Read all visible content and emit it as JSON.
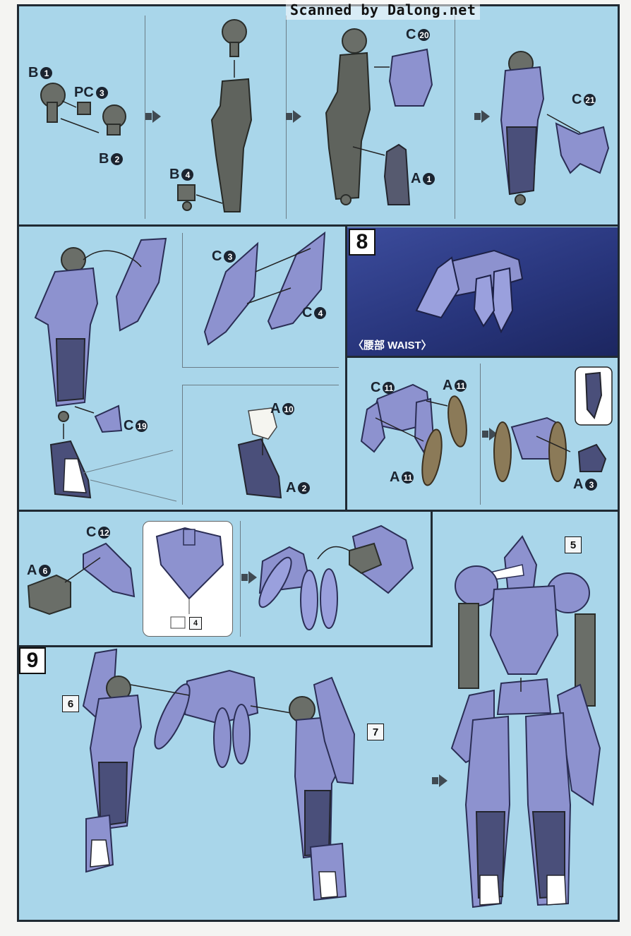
{
  "watermark": "Scanned by Dalong.net",
  "steps": {
    "s5": "5",
    "s6": "6",
    "s7": "7",
    "s8": "8",
    "s9": "9",
    "s4": "4"
  },
  "waist": {
    "title": "〈腰部 WAIST〉"
  },
  "parts": {
    "b1": {
      "letter": "B",
      "num": "1"
    },
    "pc3": {
      "letter": "PC",
      "num": "3"
    },
    "b2": {
      "letter": "B",
      "num": "2"
    },
    "b4": {
      "letter": "B",
      "num": "4"
    },
    "c20": {
      "letter": "C",
      "num": "20"
    },
    "a1": {
      "letter": "A",
      "num": "1"
    },
    "c21": {
      "letter": "C",
      "num": "21"
    },
    "c3": {
      "letter": "C",
      "num": "3"
    },
    "c4": {
      "letter": "C",
      "num": "4"
    },
    "c19": {
      "letter": "C",
      "num": "19"
    },
    "a10": {
      "letter": "A",
      "num": "10"
    },
    "a2": {
      "letter": "A",
      "num": "2"
    },
    "c11": {
      "letter": "C",
      "num": "11"
    },
    "a11a": {
      "letter": "A",
      "num": "11"
    },
    "a11b": {
      "letter": "A",
      "num": "11"
    },
    "a3": {
      "letter": "A",
      "num": "3"
    },
    "c12": {
      "letter": "C",
      "num": "12"
    },
    "a6": {
      "letter": "A",
      "num": "6"
    }
  },
  "colors": {
    "background": "#a9d6ea",
    "border": "#202a33",
    "armor": "#8d92cf",
    "frame": "#5a5f5a",
    "waist_banner": "#2b3885"
  }
}
